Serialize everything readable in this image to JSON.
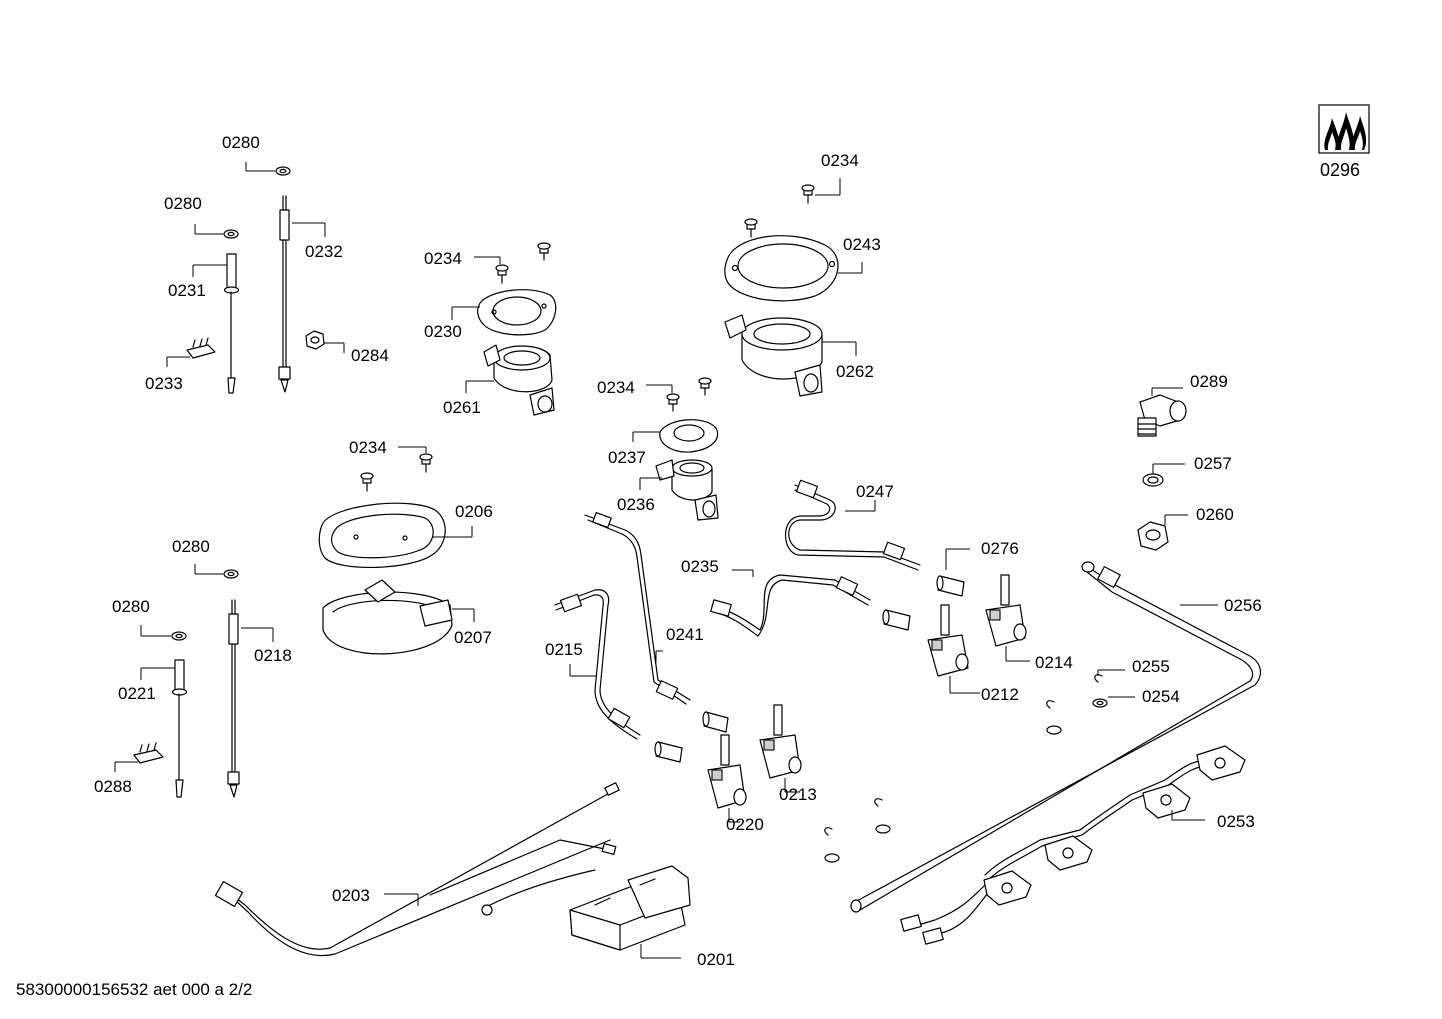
{
  "document_id": "58300000156532 aet 000 a 2/2",
  "logo": {
    "label": "0296",
    "icon": "gas-flame-icon"
  },
  "labels": {
    "p0201": "0201",
    "p0203": "0203",
    "p0206": "0206",
    "p0207": "0207",
    "p0212": "0212",
    "p0213": "0213",
    "p0214": "0214",
    "p0215": "0215",
    "p0218": "0218",
    "p0220": "0220",
    "p0221": "0221",
    "p0230": "0230",
    "p0231": "0231",
    "p0232": "0232",
    "p0233": "0233",
    "p0234a": "0234",
    "p0234b": "0234",
    "p0234c": "0234",
    "p0234d": "0234",
    "p0235": "0235",
    "p0236": "0236",
    "p0237": "0237",
    "p0241": "0241",
    "p0243": "0243",
    "p0247": "0247",
    "p0253": "0253",
    "p0254": "0254",
    "p0255": "0255",
    "p0256": "0256",
    "p0257": "0257",
    "p0260": "0260",
    "p0261": "0261",
    "p0262": "0262",
    "p0276": "0276",
    "p0280a": "0280",
    "p0280b": "0280",
    "p0280c": "0280",
    "p0280d": "0280",
    "p0284": "0284",
    "p0288": "0288",
    "p0289": "0289"
  }
}
